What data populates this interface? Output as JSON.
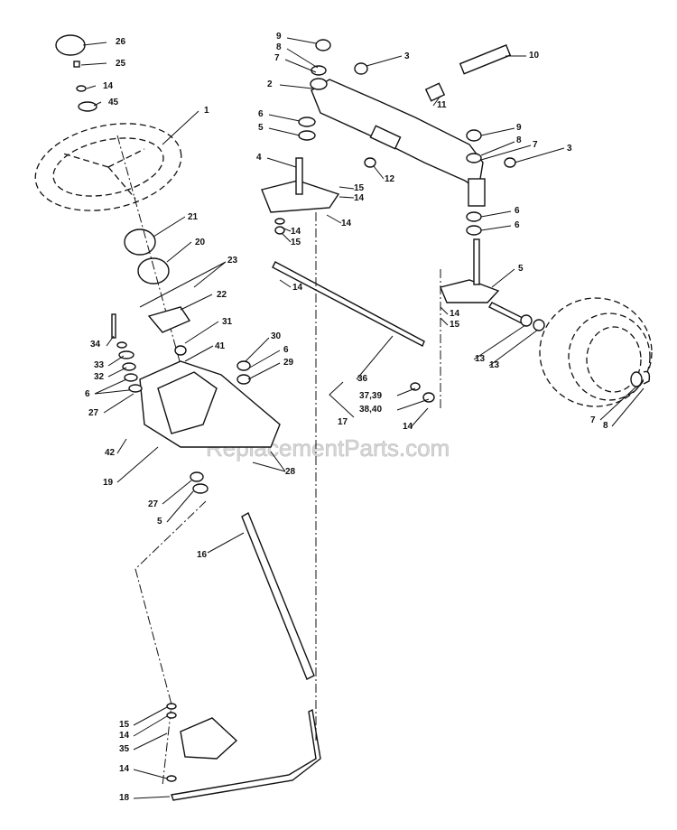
{
  "watermark": "ReplacementParts.com",
  "labels": [
    "26",
    "25",
    "14",
    "45",
    "1",
    "21",
    "20",
    "23",
    "22",
    "31",
    "34",
    "33",
    "32",
    "6",
    "27",
    "41",
    "30",
    "6",
    "29",
    "42",
    "19",
    "28",
    "27",
    "5",
    "16",
    "15",
    "14",
    "35",
    "14",
    "18",
    "9",
    "8",
    "7",
    "3",
    "10",
    "2",
    "11",
    "6",
    "5",
    "4",
    "12",
    "15",
    "14",
    "14",
    "14",
    "15",
    "14",
    "9",
    "8",
    "7",
    "3",
    "6",
    "6",
    "5",
    "14",
    "15",
    "13",
    "13",
    "36",
    "37,39",
    "38,40",
    "17",
    "14",
    "7",
    "8"
  ]
}
